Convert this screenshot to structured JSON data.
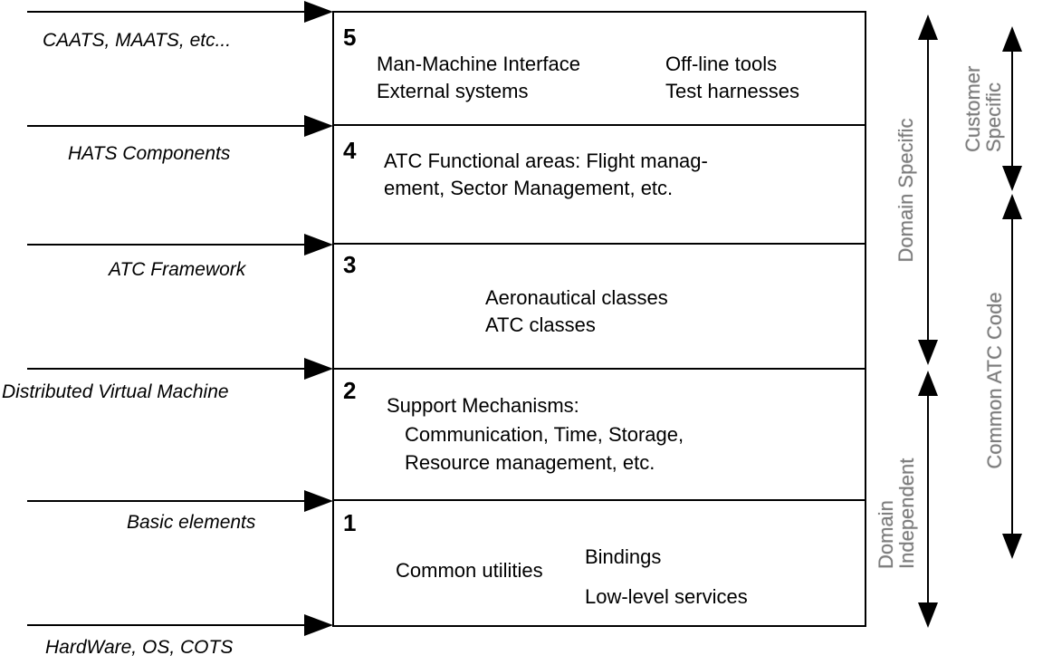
{
  "colors": {
    "line": "#000000",
    "rotated_label_gray": "#7d7d7d",
    "background": "#ffffff"
  },
  "left_labels": [
    "CAATS, MAATS, etc...",
    "HATS Components",
    "ATC Framework",
    "Distributed Virtual Machine",
    "Basic elements",
    "HardWare, OS, COTS"
  ],
  "layers": [
    {
      "number": "5",
      "left_column": [
        "Man-Machine Interface",
        "External systems"
      ],
      "right_column": [
        "Off-line tools",
        "Test harnesses"
      ]
    },
    {
      "number": "4",
      "lines": [
        "ATC Functional areas: Flight manag-",
        "ement, Sector Management, etc."
      ]
    },
    {
      "number": "3",
      "lines": [
        "Aeronautical classes",
        "ATC classes"
      ]
    },
    {
      "number": "2",
      "lines": [
        "Support Mechanisms:",
        "Communication, Time, Storage,",
        "Resource management, etc."
      ]
    },
    {
      "number": "1",
      "left_item": "Common utilities",
      "right_items": [
        "Bindings",
        "Low-level services"
      ]
    }
  ],
  "right_labels": {
    "domain_specific": "Domain Specific",
    "domain_independent": "Domain\nIndependent",
    "customer_specific": "Customer\nSpecific",
    "common_atc_code": "Common ATC Code"
  }
}
